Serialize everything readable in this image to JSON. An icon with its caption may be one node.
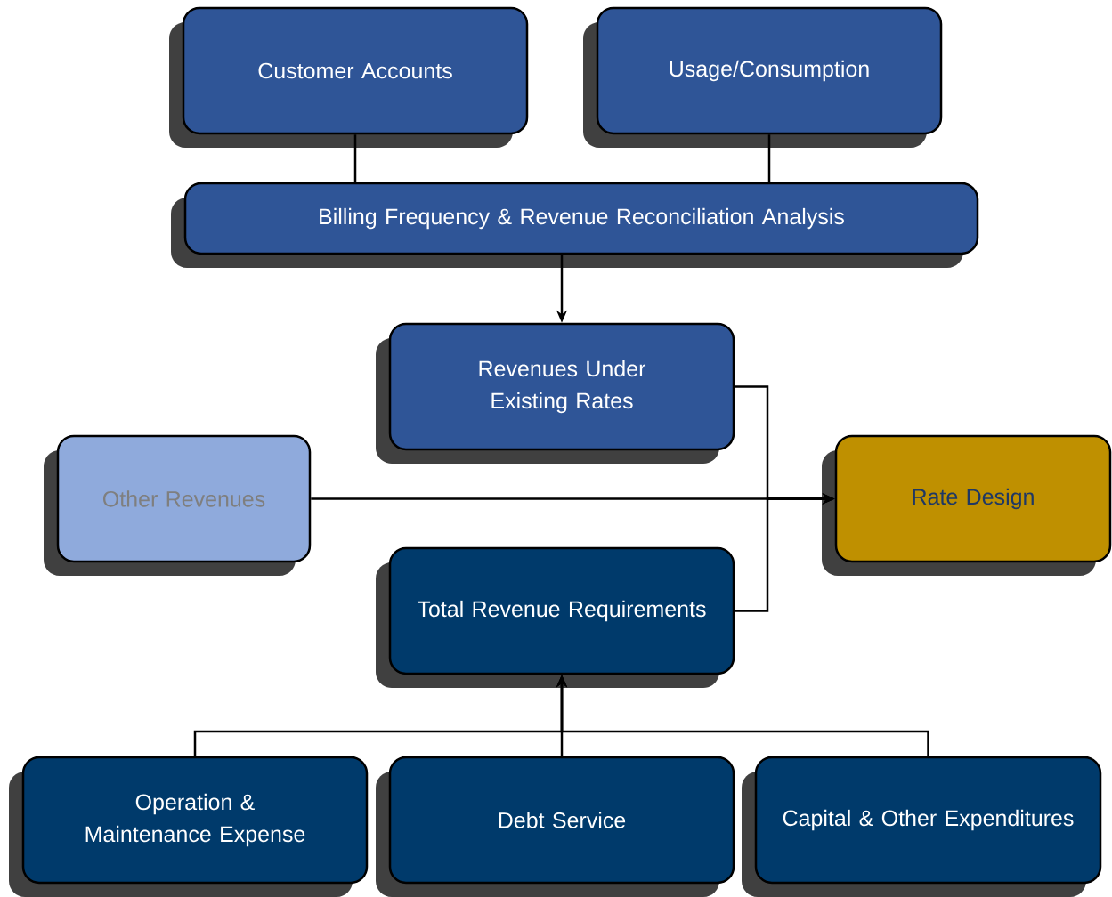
{
  "diagram": {
    "nodes": [
      {
        "text": [
          "Customer Accounts"
        ]
      },
      {
        "text": [
          "Usage/Consumption"
        ]
      },
      {
        "text": [
          "Billing Frequency & Revenue Reconciliation Analysis"
        ]
      },
      {
        "text": [
          "Revenues Under Existing Rates"
        ]
      },
      {
        "text": [
          "Other Revenues"
        ]
      },
      {
        "text": [
          "Rate Design"
        ]
      },
      {
        "text": [
          "Total Revenue Requirements"
        ]
      },
      {
        "text": [
          "Operation & Maintenance Expense"
        ]
      },
      {
        "text": [
          "Debt Service"
        ]
      },
      {
        "text": [
          "Capital & Other Expenditures"
        ]
      }
    ],
    "edges": [
      {
        "from": 0,
        "to": 2,
        "arrow": "none"
      },
      {
        "from": 1,
        "to": 2,
        "arrow": "none"
      },
      {
        "from": 2,
        "to": 3,
        "arrow": "to"
      },
      {
        "from": 3,
        "to": 5,
        "arrow": "to"
      },
      {
        "from": 4,
        "to": 5,
        "arrow": "to"
      },
      {
        "from": 6,
        "to": 5,
        "arrow": "to"
      },
      {
        "from": 7,
        "to": 6,
        "arrow": "to"
      },
      {
        "from": 8,
        "to": 6,
        "arrow": "to"
      },
      {
        "from": 9,
        "to": 6,
        "arrow": "to"
      }
    ]
  }
}
